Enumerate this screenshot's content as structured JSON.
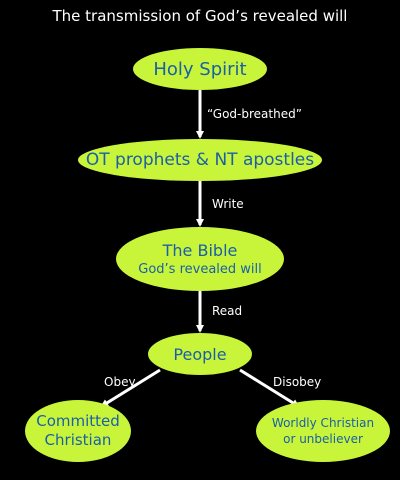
{
  "title": "The transmission of God’s revealed will",
  "nodes": {
    "holy_spirit": "Holy Spirit",
    "ot_prophets": "OT prophets & NT apostles",
    "bible_main": "The Bible",
    "bible_sub": "God’s revealed will",
    "people": "People",
    "committed": "Committed Christian",
    "worldly": "Worldly Christian or unbeliever"
  },
  "edges": {
    "god_breathed": "“God-breathed”",
    "write": "Write",
    "read": "Read",
    "obey": "Obey",
    "disobey": "Disobey"
  },
  "colors": {
    "background": "#000000",
    "node_fill": "#c8f53a",
    "node_text": "#1a5fa8",
    "arrow": "#ffffff",
    "label_text": "#ffffff"
  }
}
